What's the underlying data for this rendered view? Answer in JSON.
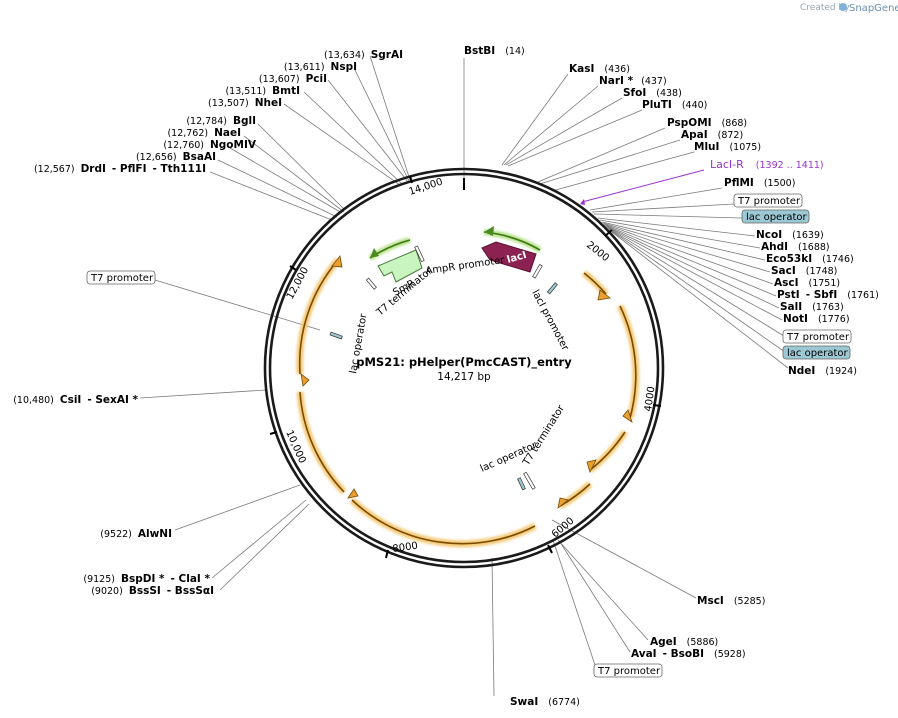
{
  "branding": {
    "created_by": "Created by",
    "product": "SnapGene"
  },
  "plasmid": {
    "name": "pMS21: pHelper(PmcCAST)_entry",
    "length": "14,217 bp"
  },
  "ticks": [
    "2000",
    "4000",
    "6000",
    "8000",
    "10,000",
    "12,000",
    "14,000"
  ],
  "enzymes_top": [
    {
      "name": "BstBI",
      "pos": "(14)"
    },
    {
      "name": "KasI",
      "pos": "(436)"
    },
    {
      "name": "NarI *",
      "pos": "(437)"
    },
    {
      "name": "SfoI",
      "pos": "(438)"
    },
    {
      "name": "PluTI",
      "pos": "(440)"
    },
    {
      "name": "PspOMI",
      "pos": "(868)"
    },
    {
      "name": "ApaI",
      "pos": "(872)"
    },
    {
      "name": "MluI",
      "pos": "(1075)"
    }
  ],
  "primer": {
    "name": "LacI-R",
    "pos": "(1392 .. 1411)"
  },
  "enzymes_right": [
    {
      "name": "PflMI",
      "pos": "(1500)"
    },
    {
      "name": "NcoI",
      "pos": "(1639)"
    },
    {
      "name": "AhdI",
      "pos": "(1688)"
    },
    {
      "name": "Eco53kI",
      "pos": "(1746)"
    },
    {
      "name": "SacI",
      "pos": "(1748)"
    },
    {
      "name": "AscI",
      "pos": "(1751)"
    },
    {
      "name": "PstI",
      "name2": "- SbfI",
      "pos": "(1761)"
    },
    {
      "name": "SalI",
      "pos": "(1763)"
    },
    {
      "name": "NotI",
      "pos": "(1776)"
    },
    {
      "name": "NdeI",
      "pos": "(1924)"
    }
  ],
  "boxed_right": {
    "t7_promoter_1": "T7 promoter",
    "lac_operator_1": "lac operator",
    "t7_promoter_2": "T7 promoter",
    "lac_operator_2": "lac operator"
  },
  "enzymes_left": [
    {
      "name": "SgrAI",
      "pos": "(13,634)"
    },
    {
      "name": "NspI",
      "pos": "(13,611)"
    },
    {
      "name": "PciI",
      "pos": "(13,607)"
    },
    {
      "name": "BmtI",
      "pos": "(13,511)"
    },
    {
      "name": "NheI",
      "pos": "(13,507)"
    },
    {
      "name": "BglI",
      "pos": "(12,784)"
    },
    {
      "name": "NaeI",
      "pos": "(12,762)"
    },
    {
      "name": "NgoMIV",
      "pos": "(12,760)"
    },
    {
      "name": "BsaAI",
      "pos": "(12,656)"
    }
  ],
  "drdi": {
    "pos": "(12,567)",
    "name": "DrdI",
    "name2": "- PflFI",
    "name3": "- Tth111I"
  },
  "t7_left": "T7 promoter",
  "csii": {
    "pos": "(10,480)",
    "name": "CsiI",
    "name2": "- SexAI *"
  },
  "alwni": {
    "pos": "(9522)",
    "name": "AlwNI"
  },
  "bspdi": {
    "pos": "(9125)",
    "name": "BspDI *",
    "name2": "- ClaI *"
  },
  "bsssi": {
    "pos": "(9020)",
    "name": "BssSI",
    "name2": "- BssSαI"
  },
  "msci": {
    "name": "MscI",
    "pos": "(5285)"
  },
  "agei": {
    "name": "AgeI",
    "pos": "(5886)"
  },
  "avai": {
    "name": "AvaI",
    "name2": "- BsoBI",
    "pos": "(5928)"
  },
  "t7_bottom": "T7 promoter",
  "swai": {
    "name": "SwaI",
    "pos": "(6774)"
  },
  "inner_features": {
    "laci": "lacI",
    "laci_promoter": "lacI promoter",
    "ampr_promoter": "AmpR promoter",
    "smr": "SmR",
    "t7_terminator_1": "T7 terminator",
    "lac_operator_1": "lac operator",
    "lac_operator_2": "lac operator",
    "t7_terminator_2": "T7 terminator"
  },
  "colors": {
    "orf_orange": "#f0b43c",
    "orf_green": "#88c040",
    "laci": "#8b2252",
    "smr": "#c8f5c0",
    "primer": "#9933cc",
    "operator_fill": "#9cc8d4"
  }
}
